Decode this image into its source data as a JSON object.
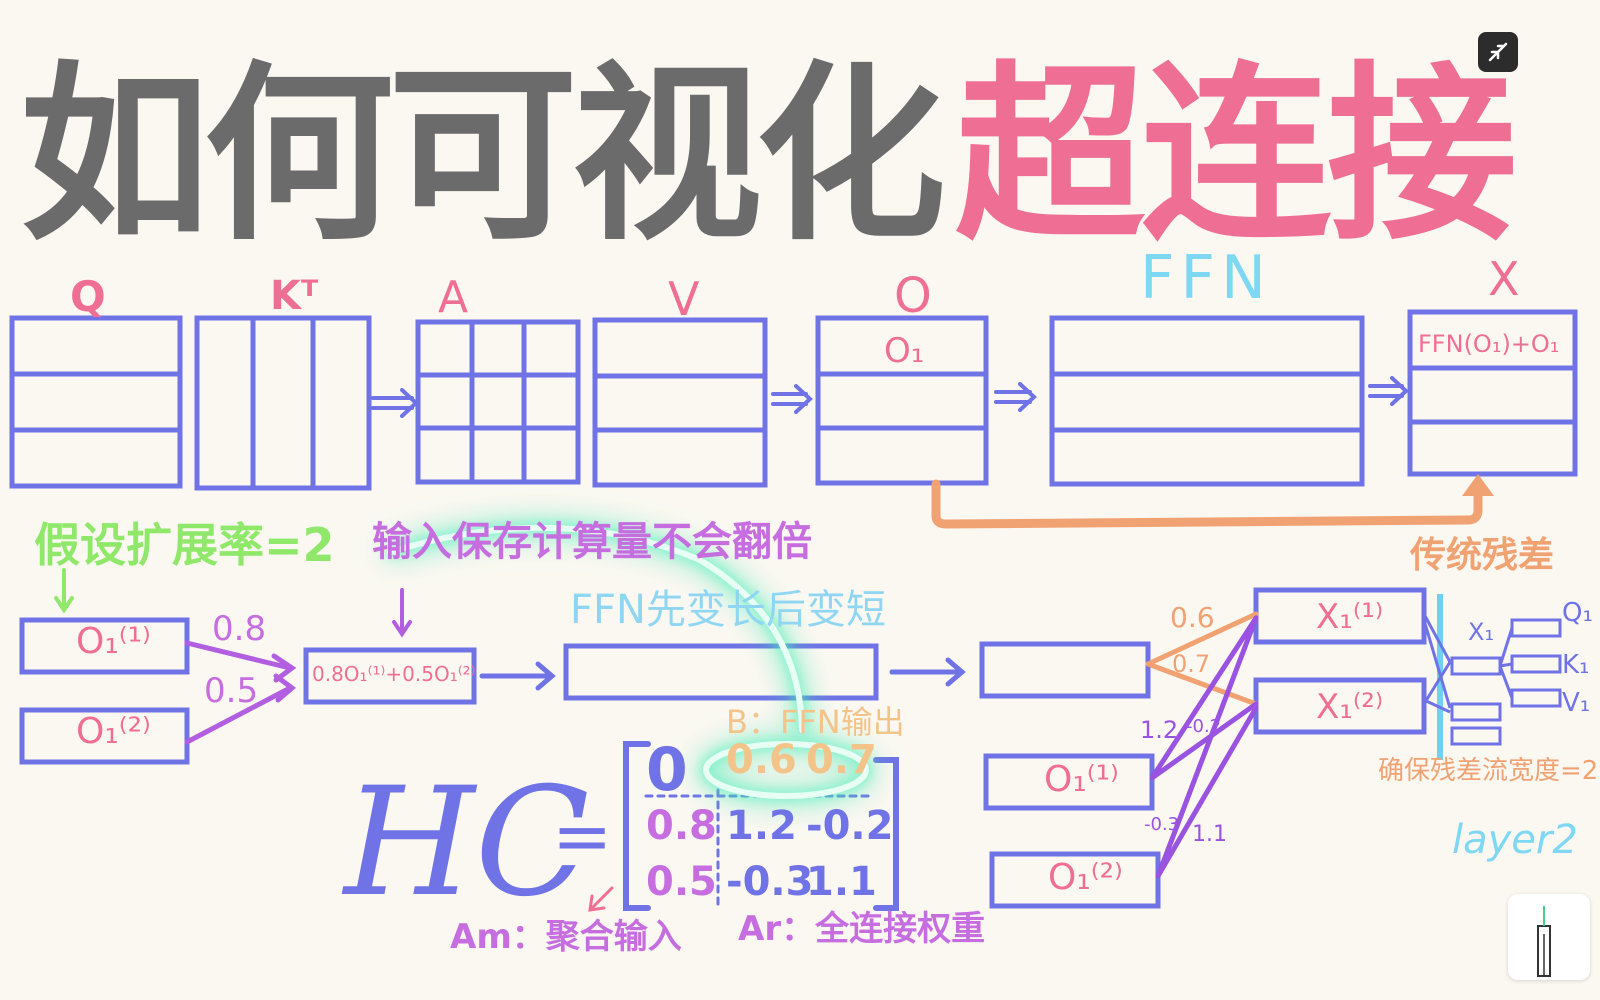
{
  "title": {
    "main": "如何可视化",
    "highlight": "超连接"
  },
  "matrix_labels": {
    "q": "Q",
    "kt": "Kᵀ",
    "a": "A",
    "v": "V",
    "o": "O",
    "ffn": "FFN",
    "x": "X"
  },
  "cell_labels": {
    "o1": "O₁",
    "x_row": "FFN(O₁)+O₁"
  },
  "annotations": {
    "expansion_rate": "假设扩展率=2",
    "input_note": "输入保存计算量不会翻倍",
    "ffn_note": "FFN先变长后变短",
    "traditional_residual": "传统残差",
    "width_note": "确保残差流宽度=2",
    "layer2": "layer2",
    "output_note": "B：FFN输出",
    "am_note": "Am：聚合输入",
    "ar_note": "Ar：全连接权重"
  },
  "left_flow": {
    "o1_1": "O₁⁽¹⁾",
    "o1_2": "O₁⁽²⁾",
    "w_top": "0.8",
    "w_bottom": "0.5",
    "combined": "0.8O₁⁽¹⁾+0.5O₁⁽²⁾"
  },
  "right_flow": {
    "x1_1": "X₁⁽¹⁾",
    "x1_2": "X₁⁽²⁾",
    "o1_1": "O₁⁽¹⁾",
    "o1_2": "O₁⁽²⁾",
    "w_06": "0.6",
    "w_07": "0.7",
    "w_12": "1.2",
    "w_m02": "-0.2",
    "w_m03": "-0.3",
    "w_11": "1.1"
  },
  "mini": {
    "x1": "X₁",
    "q1": "Q₁",
    "k1": "K₁",
    "v1": "V₁"
  },
  "hc_formula": {
    "lhs": "HC",
    "eq": "=",
    "rows": [
      [
        "0",
        "0.6",
        "0.7"
      ],
      [
        "0.8",
        "1.2",
        "-0.2"
      ],
      [
        "0.5",
        "-0.3",
        "1.1"
      ]
    ]
  },
  "colors": {
    "matrix_blue": "#6f73e6",
    "title_gray": "#6b6b6b",
    "title_pink": "#ef6f94",
    "label_pink": "#ef6f94",
    "ffn_cyan": "#7fd8f3",
    "green_note": "#8fe86a",
    "purple": "#b25ee0",
    "orange": "#f0a272",
    "glow_teal": "#4ff3c1"
  },
  "icons": {
    "collapse": "collapse-arrows-icon",
    "thumbnail": "device-thumbnail-icon"
  }
}
